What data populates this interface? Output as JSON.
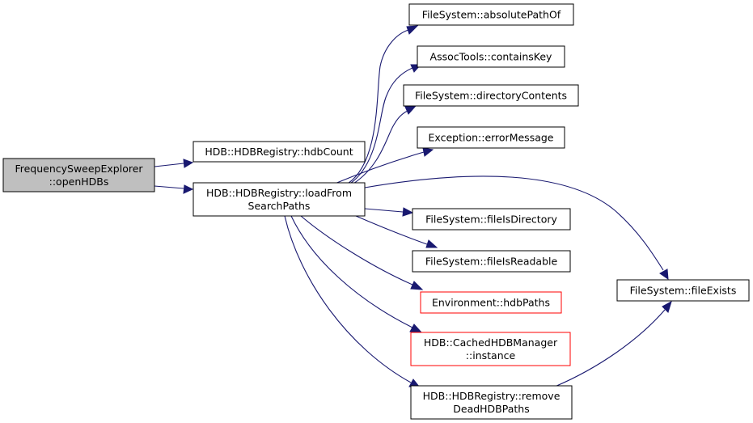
{
  "colors": {
    "edge": "#191970",
    "node_border": "#000000",
    "node_fill": "#ffffff",
    "root_fill": "#bfbfbf",
    "missing_border": "#ff0000"
  },
  "nodes": {
    "root": {
      "lines": [
        "FrequencySweepExplorer",
        "::openHDBs"
      ]
    },
    "hdbCount": {
      "lines": [
        "HDB::HDBRegistry::hdbCount"
      ]
    },
    "loadFrom": {
      "lines": [
        "HDB::HDBRegistry::loadFrom",
        "SearchPaths"
      ]
    },
    "absolutePathOf": {
      "lines": [
        "FileSystem::absolutePathOf"
      ]
    },
    "containsKey": {
      "lines": [
        "AssocTools::containsKey"
      ]
    },
    "directoryContents": {
      "lines": [
        "FileSystem::directoryContents"
      ]
    },
    "errorMessage": {
      "lines": [
        "Exception::errorMessage"
      ]
    },
    "fileIsDirectory": {
      "lines": [
        "FileSystem::fileIsDirectory"
      ]
    },
    "fileIsReadable": {
      "lines": [
        "FileSystem::fileIsReadable"
      ]
    },
    "hdbPaths": {
      "lines": [
        "Environment::hdbPaths"
      ]
    },
    "cachedInstance": {
      "lines": [
        "HDB::CachedHDBManager",
        "::instance"
      ]
    },
    "removeDead": {
      "lines": [
        "HDB::HDBRegistry::remove",
        "DeadHDBPaths"
      ]
    },
    "fileExists": {
      "lines": [
        "FileSystem::fileExists"
      ]
    }
  }
}
